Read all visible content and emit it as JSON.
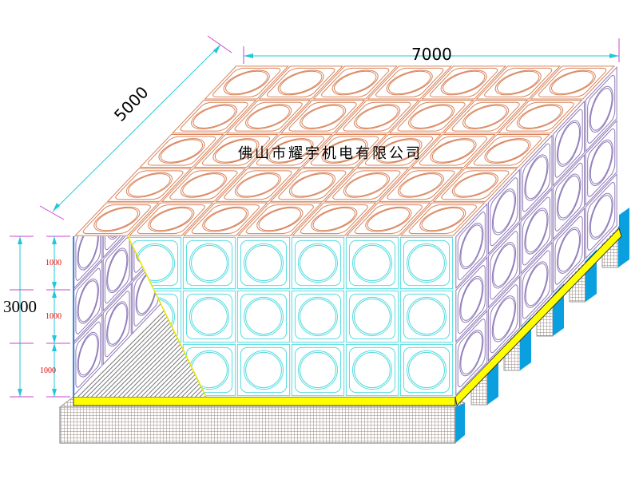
{
  "title": "佛山市耀宇机电有限公司",
  "dimensions": {
    "length": "7000",
    "width": "5000",
    "height": "3000",
    "tiers": [
      "1000",
      "1000",
      "1000"
    ]
  },
  "panels": {
    "columns": 7,
    "rows_deep": 5,
    "rows_high": 3
  },
  "colors": {
    "top_panels": "#d9835a",
    "front_panels": "#55dbe0",
    "side_panels": "#8e7ab8",
    "base_yellow": "#ffff00",
    "base_blue": "#0aa0e0",
    "dimension_line": "#22c8d8",
    "tier_text": "#e00000",
    "ext_line": "#cc44cc"
  }
}
